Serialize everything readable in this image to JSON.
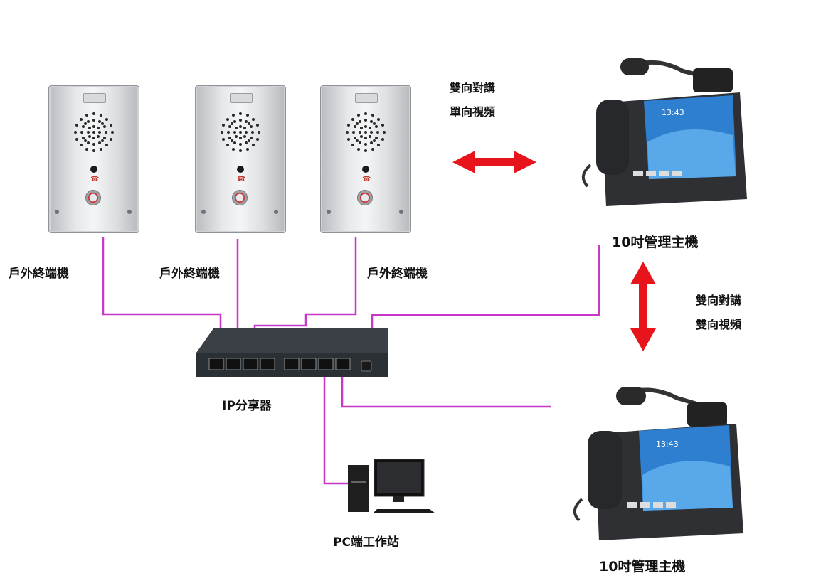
{
  "devices": {
    "outdoor_terminals": [
      "戶外終端機",
      "戶外終端機",
      "戶外終端機"
    ],
    "ip_switch": "IP分享器",
    "pc_workstation": "PC端工作站",
    "master_top": "10吋管理主機",
    "master_bottom": "10吋管理主機"
  },
  "links": {
    "terminal_to_master": {
      "line1": "雙向對講",
      "line2": "單向視頻"
    },
    "master_to_master": {
      "line1": "雙向對講",
      "line2": "雙向視頻"
    }
  },
  "screen_time": "13:43",
  "colors": {
    "cable": "#c837c8",
    "arrow": "#e8141b"
  }
}
